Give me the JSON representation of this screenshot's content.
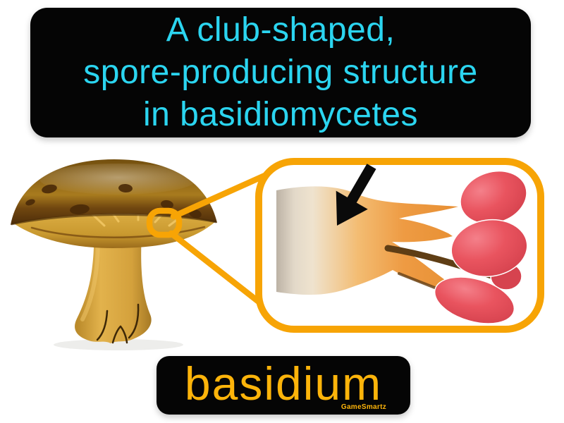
{
  "definition": {
    "lines": [
      "A club-shaped,",
      "spore-producing structure",
      "in basidiomycetes"
    ]
  },
  "term": {
    "label": "basidium"
  },
  "watermark": {
    "label": "GameSmartz"
  },
  "illustration": {
    "alt": "A brown mushroom with a magnified callout of a gill section showing a club-shaped basidium bearing four red basidiospores, indicated by a black arrow",
    "elements": [
      "mushroom-icon",
      "zoom-callout-ring",
      "zoom-callout-lines",
      "magnifier-panel",
      "basidium-club",
      "sterigma",
      "spores",
      "arrow-icon"
    ]
  },
  "colors": {
    "definition_text": "#2BD5F0",
    "term_text": "#FDB40A",
    "panel_black": "#050505",
    "callout_orange": "#F7A405",
    "spore_red": "#E8525E",
    "basidium_orange": "#EE9233",
    "cap_brown": "#6E4711",
    "stem_gold": "#D4A13C",
    "arrow_black": "#0A0A0A",
    "canvas_white": "#FFFFFF"
  }
}
